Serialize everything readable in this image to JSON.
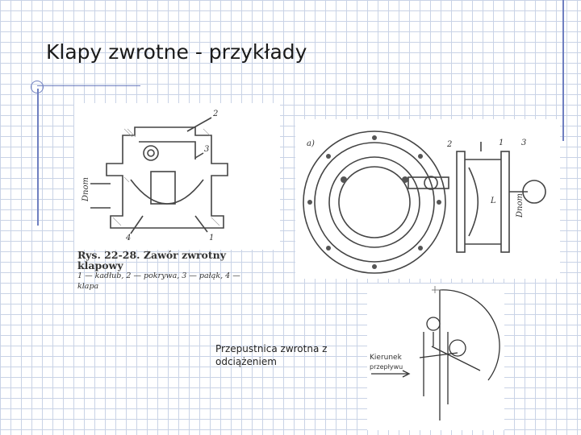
{
  "slide": {
    "title": "Klapy zwrotne - przykłady",
    "note": "Przepustnica zwrotna z odciążeniem"
  },
  "figure1": {
    "caption": "Rys. 22-28. Zawór zwrotny klapowy",
    "legend": "1 — kadłub, 2 — pokrywa, 3 — pałąk, 4 — klapa",
    "labels": {
      "n1": "1",
      "n2": "2",
      "n3": "3",
      "n4": "4",
      "dn": "Dnom"
    }
  },
  "figure2": {
    "labels": {
      "a": "a)",
      "n1": "1",
      "n2": "2",
      "n3": "3",
      "dn": "Dnom",
      "l": "L"
    }
  },
  "figure3": {
    "labels": {
      "kierunek": "Kierunek",
      "przeplywu": "przepływu"
    }
  }
}
